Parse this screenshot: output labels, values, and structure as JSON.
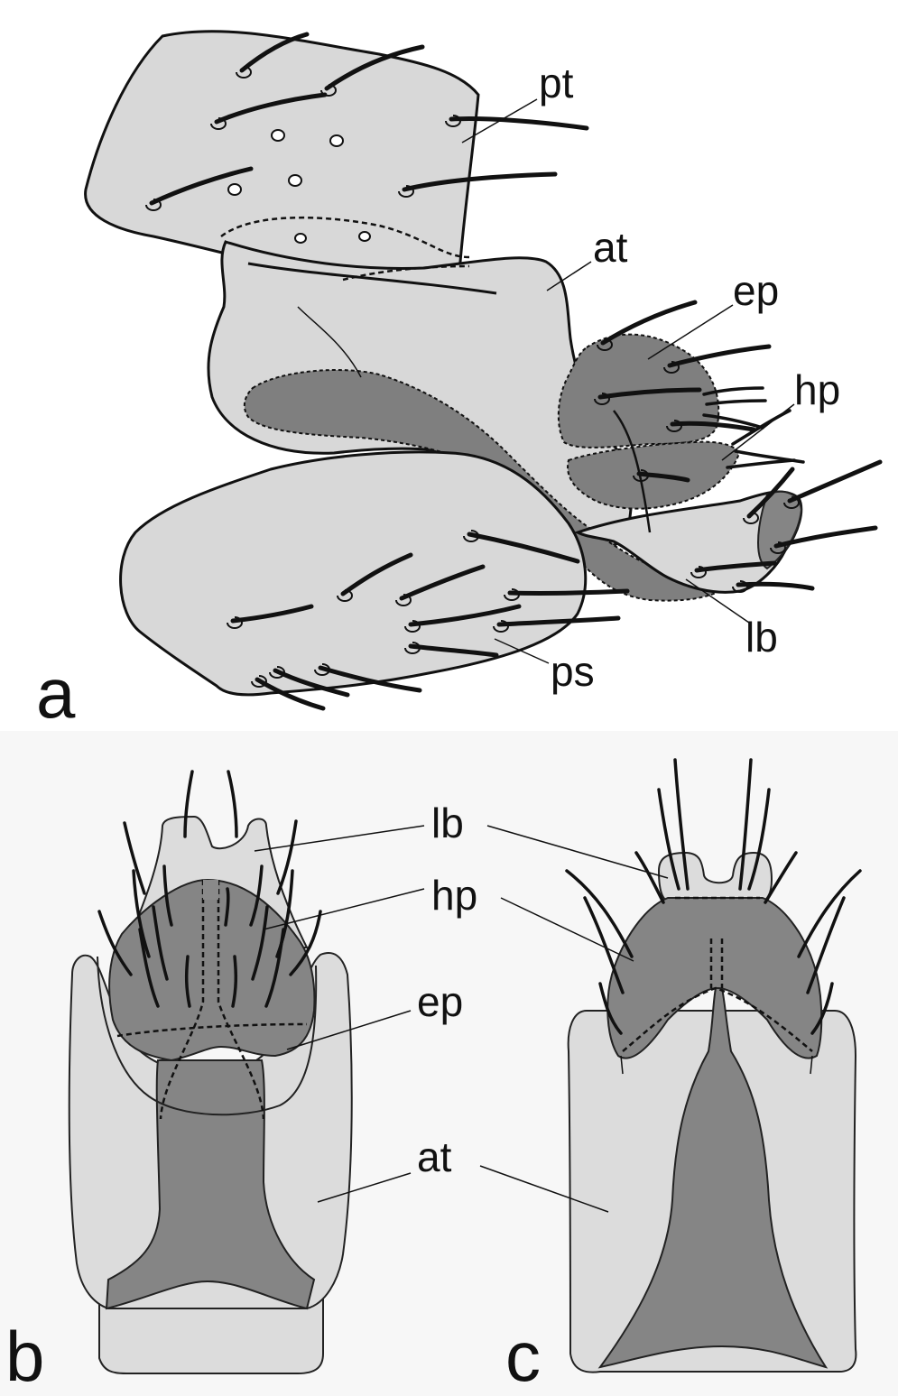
{
  "panels": [
    "a",
    "b",
    "c"
  ],
  "labels": {
    "pt": "pt",
    "at": "at",
    "ep": "ep",
    "hp": "hp",
    "lb": "lb",
    "ps": "ps"
  }
}
